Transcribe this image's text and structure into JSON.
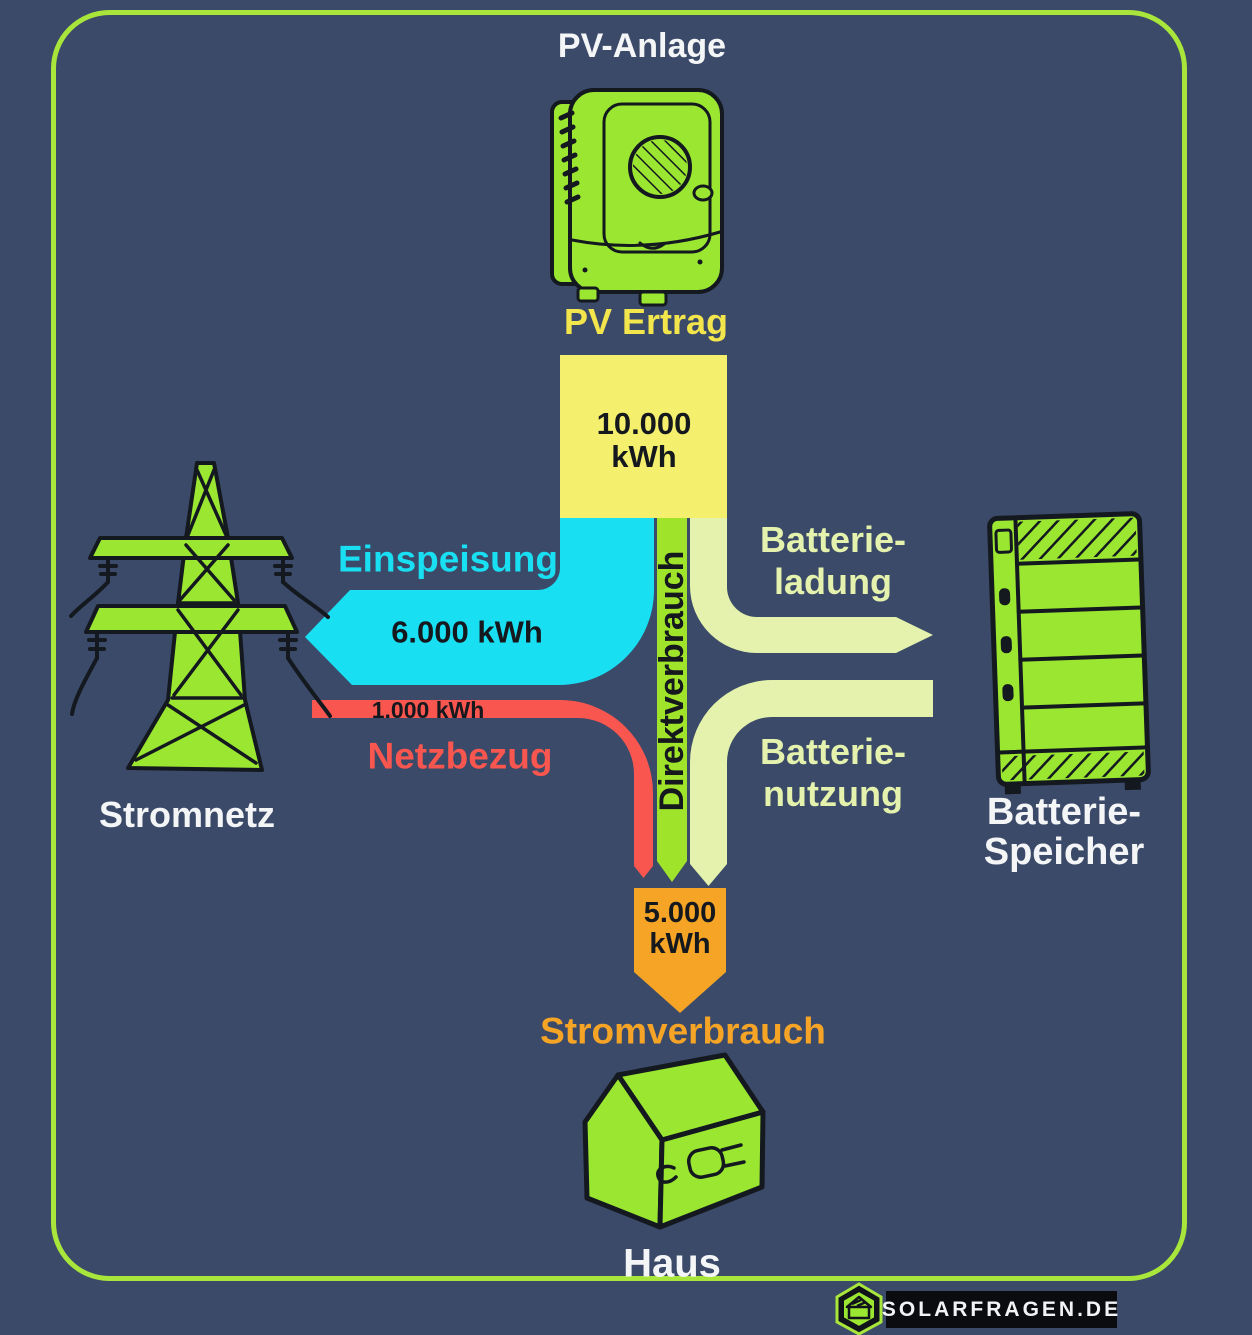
{
  "colors": {
    "background": "#3b4a68",
    "frame": "#a9e63b",
    "illustration_green": "#9ae631",
    "outline_dark": "#14181f",
    "pv_yellow": "#f4ef6d",
    "pv_label_yellow": "#f3e64d",
    "cyan": "#19dff2",
    "red": "#f8564e",
    "direct_green": "#9fe42a",
    "battery_pale_green": "#e4f2ad",
    "orange": "#f6a426",
    "text_white": "#f4f5f7",
    "text_black": "#15181d"
  },
  "header": {
    "title": "PV-Anlage"
  },
  "pv": {
    "label": "PV Ertrag",
    "value": "10.000",
    "unit": "kWh"
  },
  "flows": {
    "einspeisung": {
      "label": "Einspeisung",
      "value": "6.000 kWh"
    },
    "netzbezug": {
      "label": "Netzbezug",
      "value": "1.000 kWh"
    },
    "direktverbrauch": {
      "label": "Direktverbrauch"
    },
    "batterieladung": {
      "label_line1": "Batterie-",
      "label_line2": "ladung"
    },
    "batterienutzung": {
      "label_line1": "Batterie-",
      "label_line2": "nutzung"
    }
  },
  "consumption": {
    "label": "Stromverbrauch",
    "value": "5.000",
    "unit": "kWh"
  },
  "nodes": {
    "stromnetz": {
      "label": "Stromnetz"
    },
    "batterie": {
      "label_line1": "Batterie-",
      "label_line2": "Speicher"
    },
    "haus": {
      "label": "Haus"
    }
  },
  "footer": {
    "brand": "SOLARFRAGEN.DE"
  }
}
